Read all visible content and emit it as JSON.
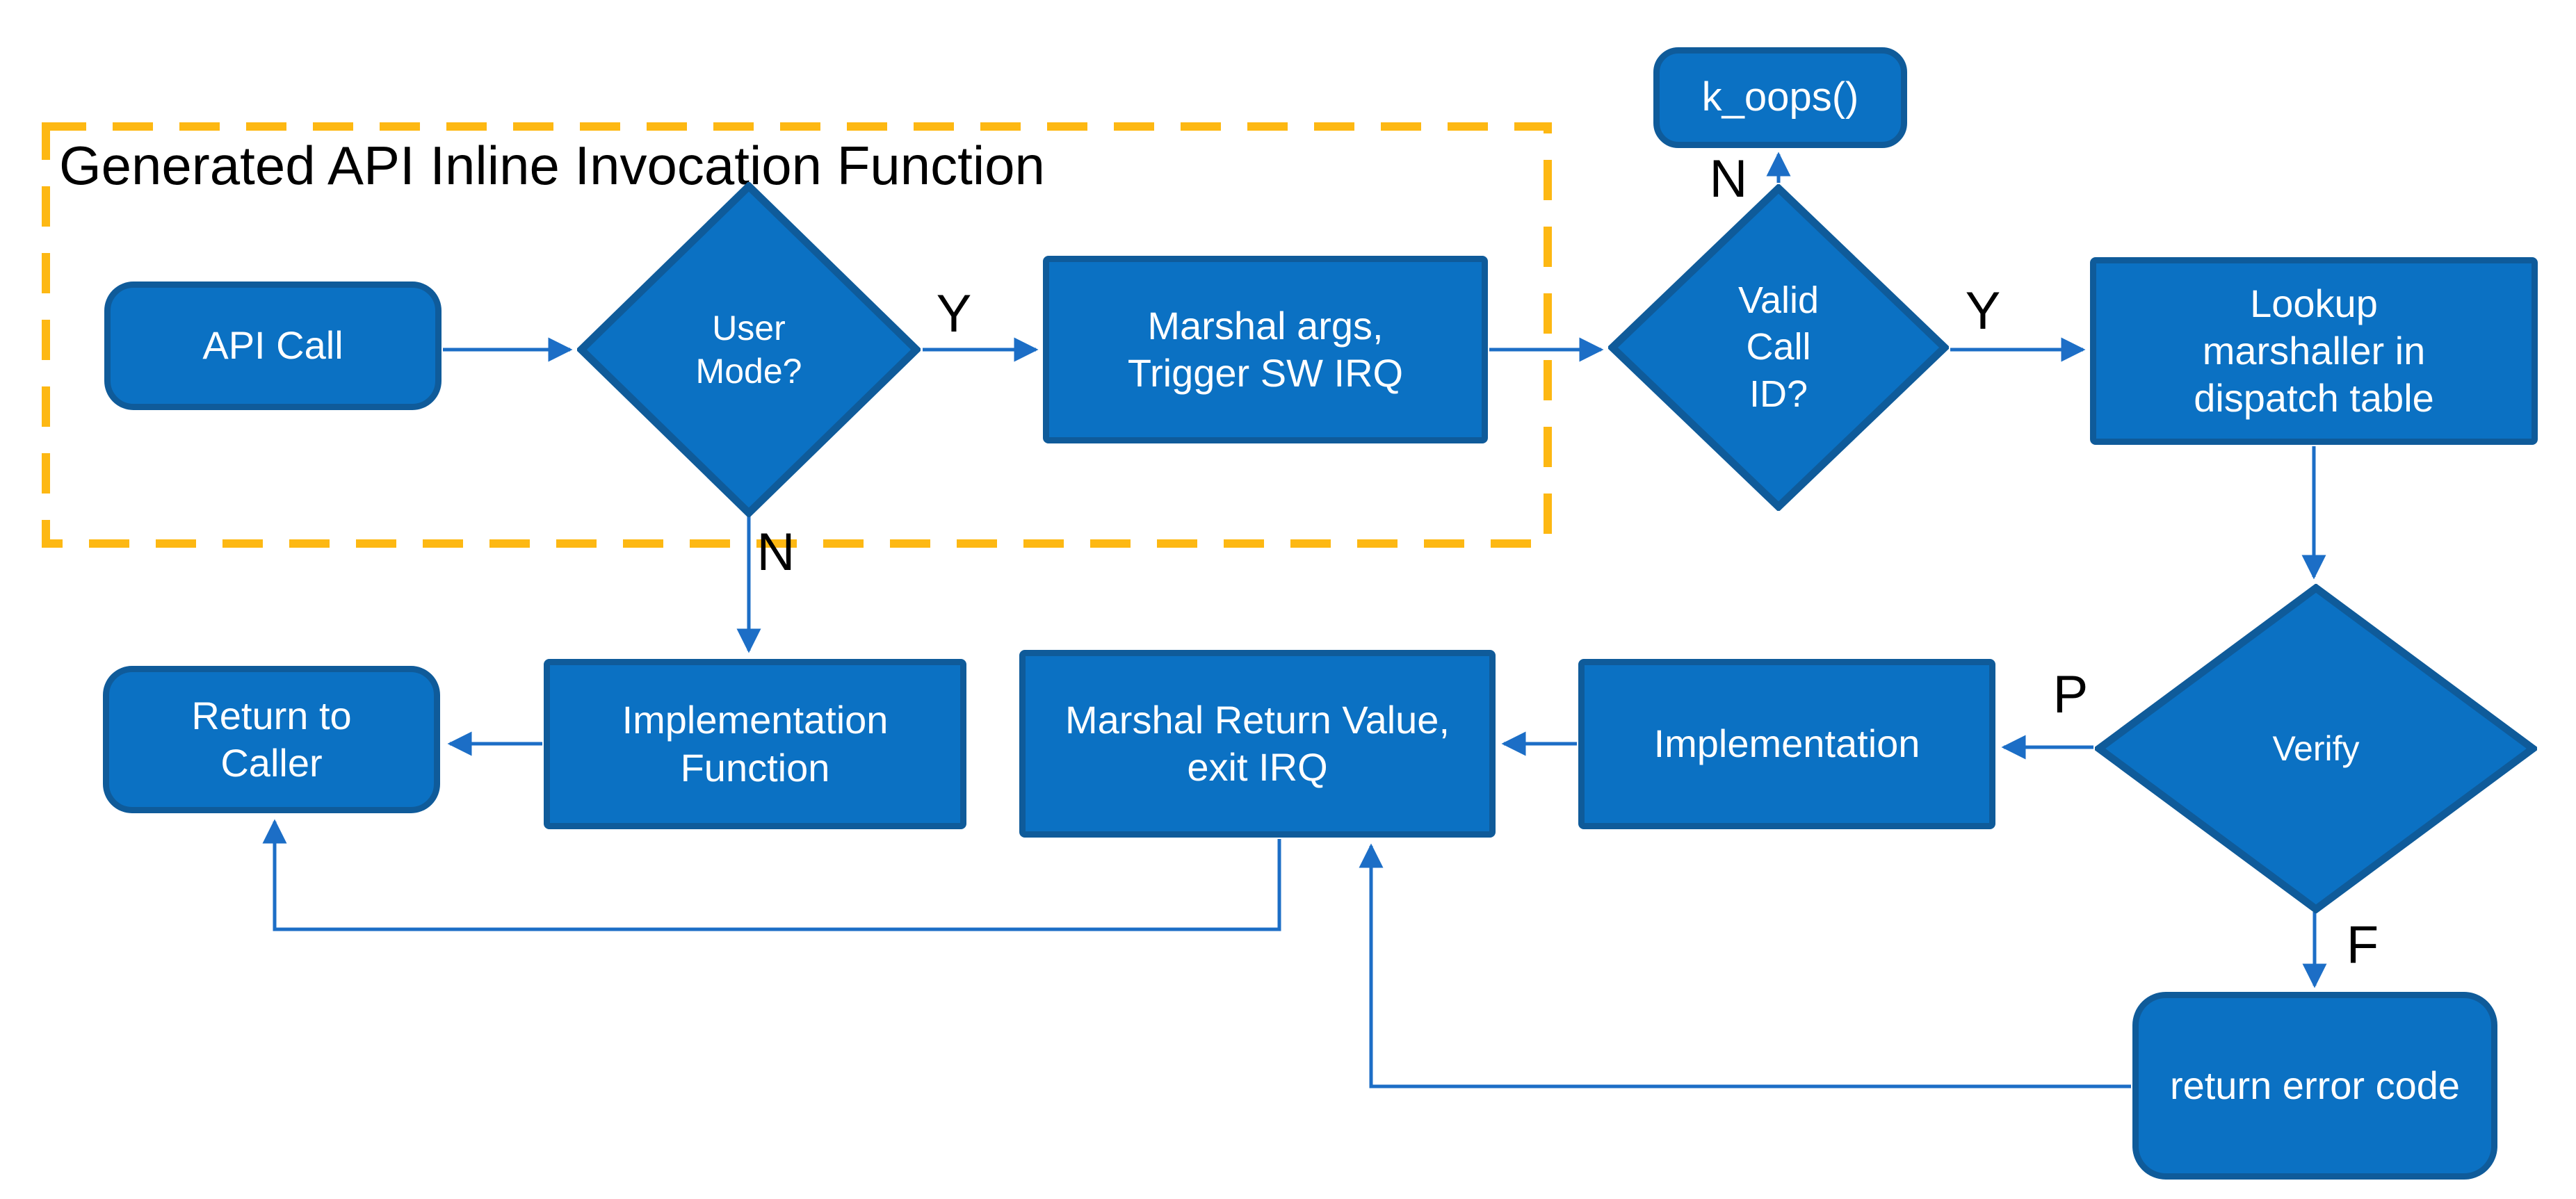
{
  "title": "Generated API Inline Invocation Function",
  "colors": {
    "node_fill": "#0B71C3",
    "node_border": "#0F5B9A",
    "connector": "#1C6EC6",
    "dashed_border": "#FDB813",
    "title_text": "#000000",
    "node_text": "#FFFFFF"
  },
  "nodes": {
    "api_call": {
      "label": "API Call",
      "shape": "rounded-rect"
    },
    "user_mode": {
      "label": "User Mode?",
      "shape": "diamond"
    },
    "marshal_args": {
      "label": "Marshal args, Trigger SW IRQ",
      "shape": "rect"
    },
    "k_oops": {
      "label": "k_oops()",
      "shape": "rounded-rect"
    },
    "valid_call_id": {
      "label": "Valid Call ID?",
      "shape": "diamond"
    },
    "lookup_marshaller": {
      "label": "Lookup marshaller in dispatch table",
      "shape": "rect"
    },
    "return_to_caller": {
      "label": "Return to Caller",
      "shape": "rounded-rect"
    },
    "implementation_function": {
      "label": "Implementation Function",
      "shape": "rect"
    },
    "marshal_return": {
      "label": "Marshal Return Value, exit IRQ",
      "shape": "rect"
    },
    "implementation": {
      "label": "Implementation",
      "shape": "rect"
    },
    "verify": {
      "label": "Verify",
      "shape": "diamond"
    },
    "return_error": {
      "label": "return error code",
      "shape": "rounded-rect"
    }
  },
  "edge_labels": {
    "user_mode_yes": "Y",
    "user_mode_no": "N",
    "valid_call_no": "N",
    "valid_call_yes": "Y",
    "verify_pass": "P",
    "verify_fail": "F"
  }
}
